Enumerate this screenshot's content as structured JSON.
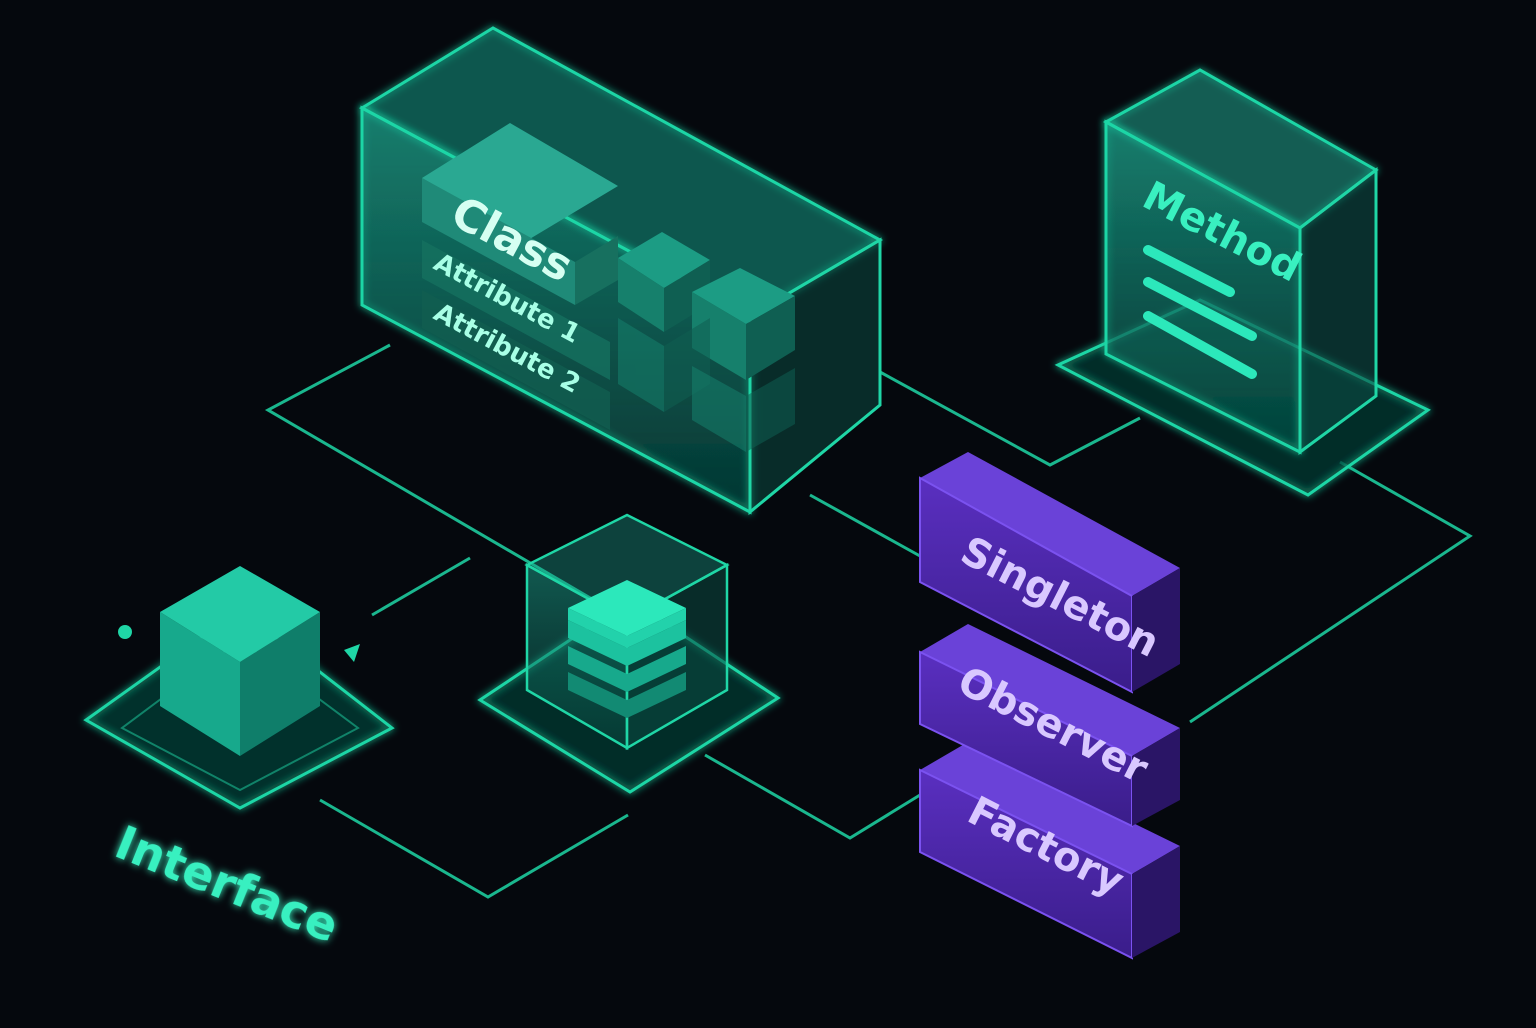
{
  "labels": {
    "class": "Class",
    "attribute1": "Attribute 1",
    "attribute2": "Attribute 2",
    "method": "Method",
    "interface": "Interface",
    "singleton": "Singleton",
    "observer": "Observer",
    "factory": "Factory"
  },
  "colors": {
    "background": "#05080d",
    "teal": "#1fd6a6",
    "teal_dark": "#0f6b5c",
    "purple": "#6b3fd4",
    "purple_text": "#d9c8ff",
    "teal_text": "#39f0c0"
  }
}
